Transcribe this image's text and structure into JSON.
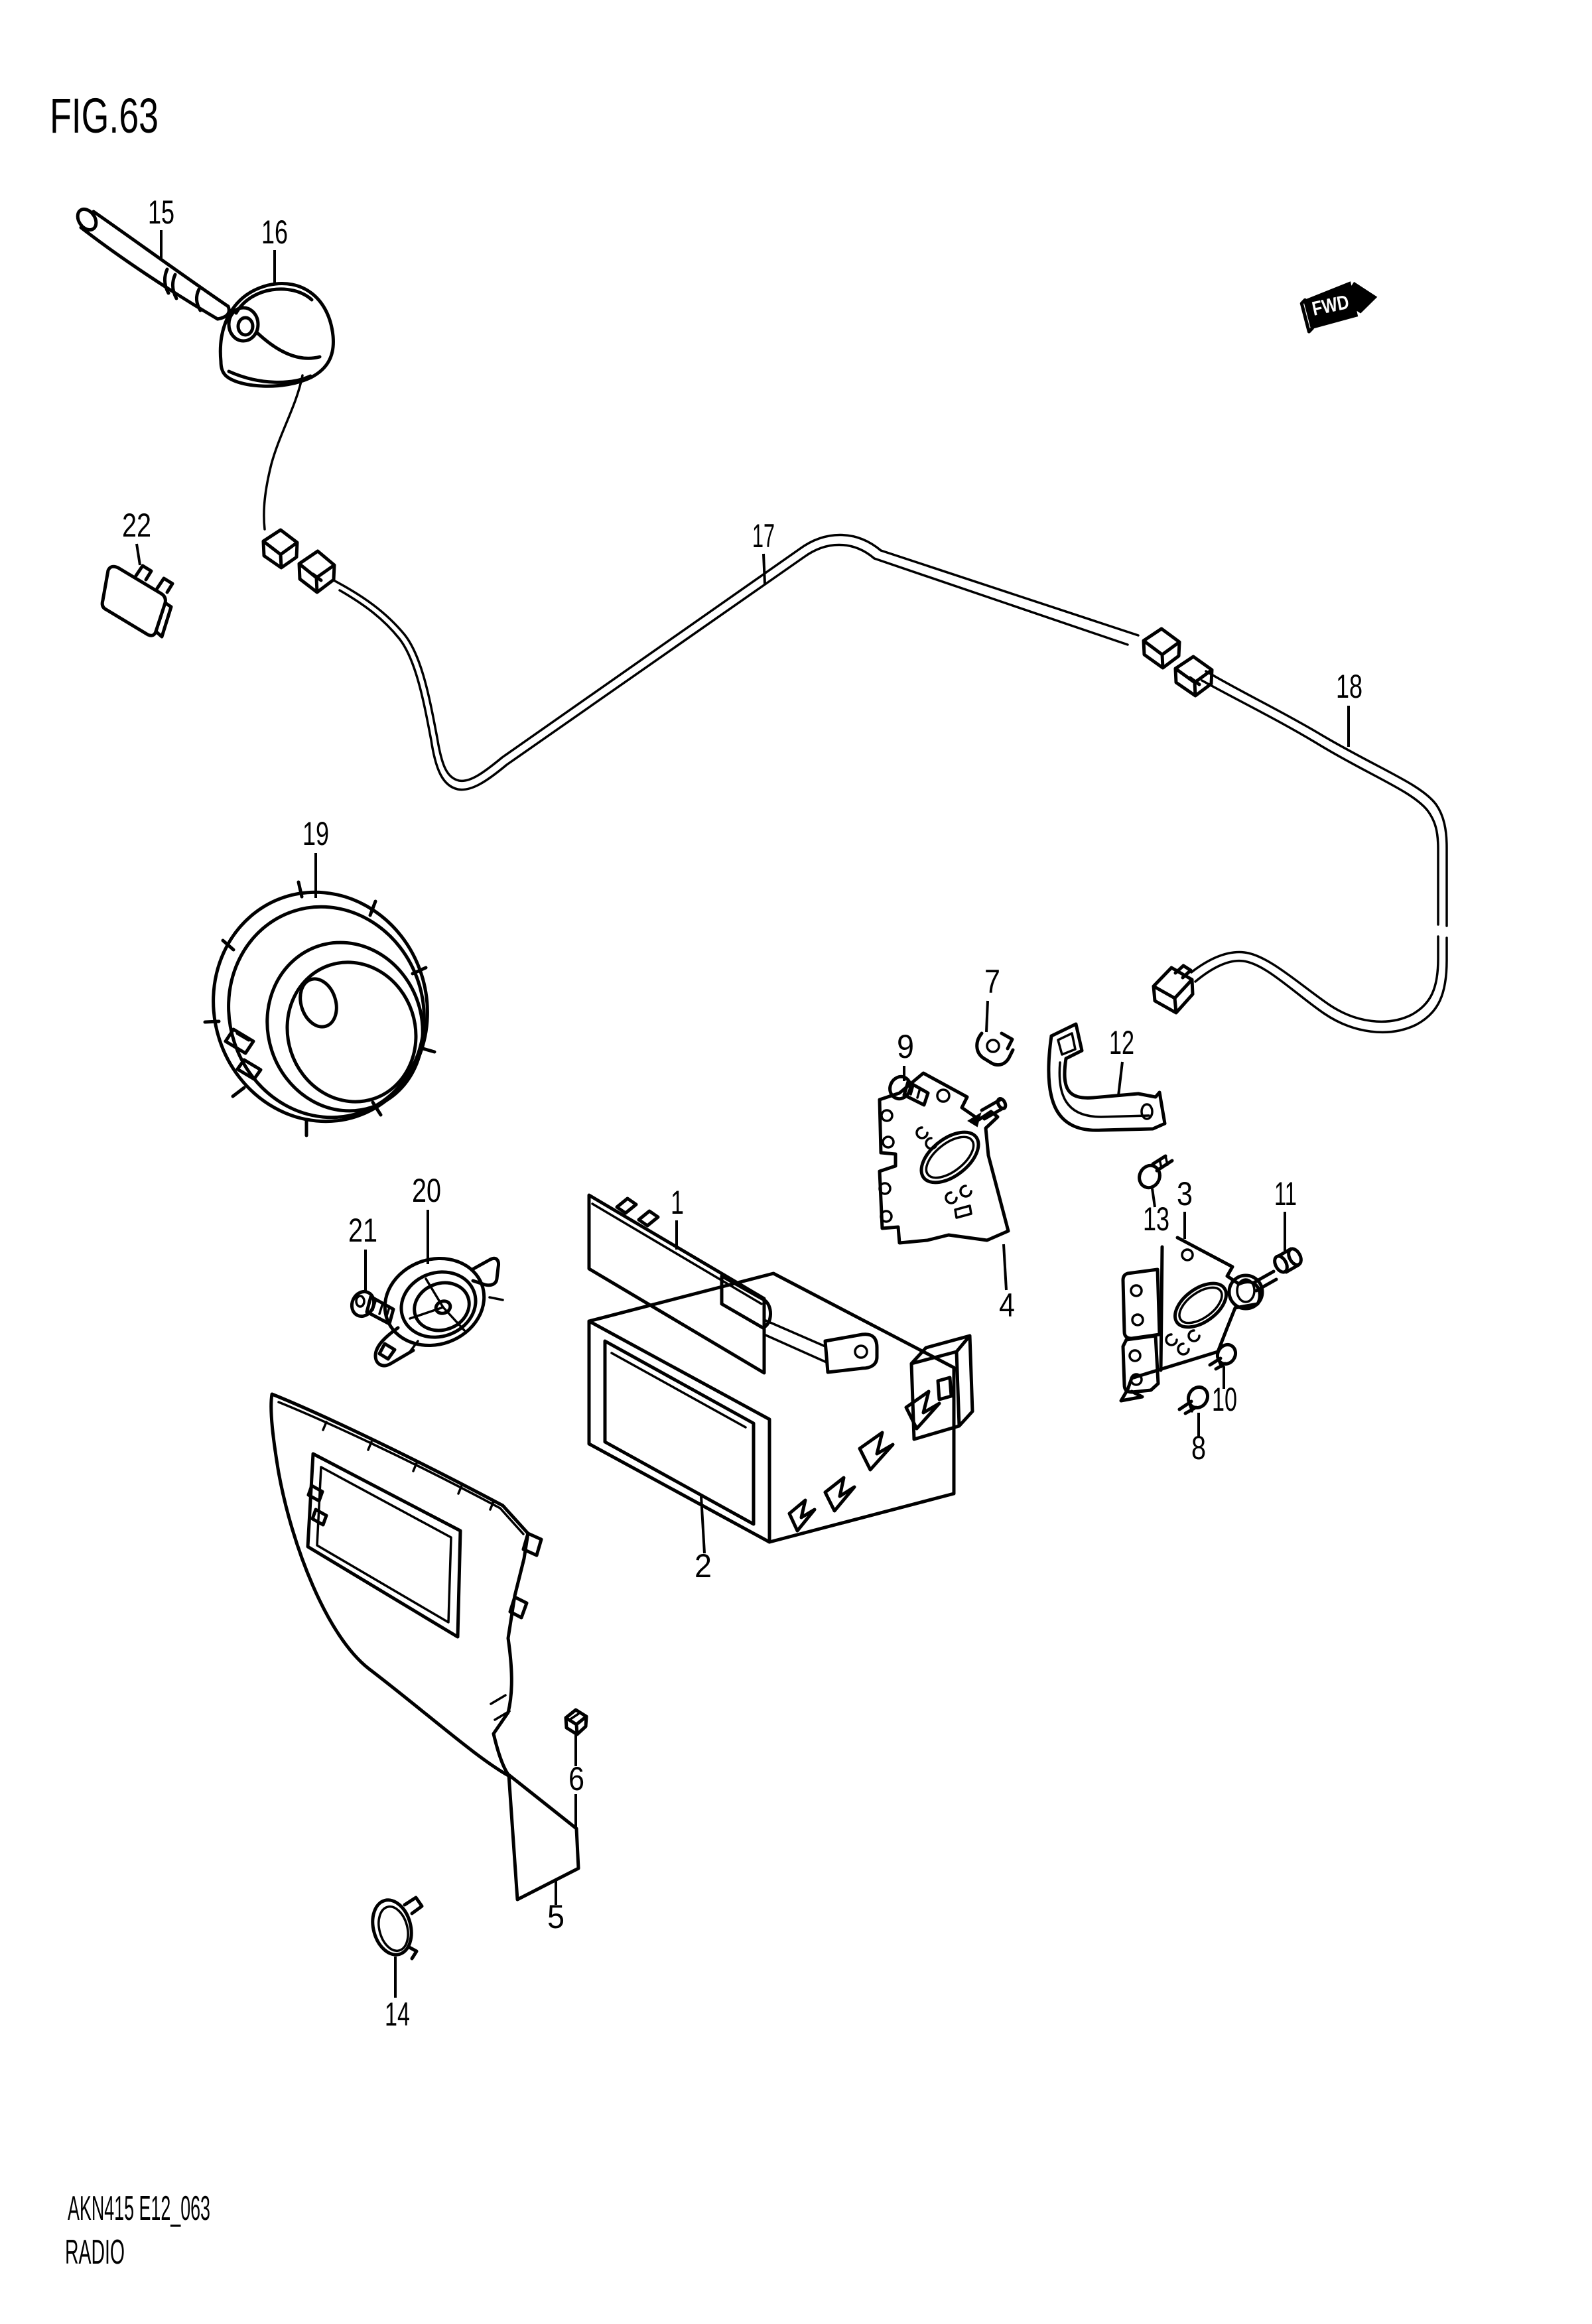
{
  "figure": {
    "title": "FIG.63",
    "drawing_code": "AKN415 E12_063",
    "part_name": "RADIO"
  },
  "direction_arrow": {
    "label": "FWD"
  },
  "callouts": [
    {
      "num": "1"
    },
    {
      "num": "2"
    },
    {
      "num": "3"
    },
    {
      "num": "4"
    },
    {
      "num": "5"
    },
    {
      "num": "6"
    },
    {
      "num": "7"
    },
    {
      "num": "8"
    },
    {
      "num": "9"
    },
    {
      "num": "10"
    },
    {
      "num": "11"
    },
    {
      "num": "12"
    },
    {
      "num": "13"
    },
    {
      "num": "14"
    },
    {
      "num": "15"
    },
    {
      "num": "16"
    },
    {
      "num": "17"
    },
    {
      "num": "18"
    },
    {
      "num": "19"
    },
    {
      "num": "20"
    },
    {
      "num": "21"
    },
    {
      "num": "22"
    }
  ]
}
